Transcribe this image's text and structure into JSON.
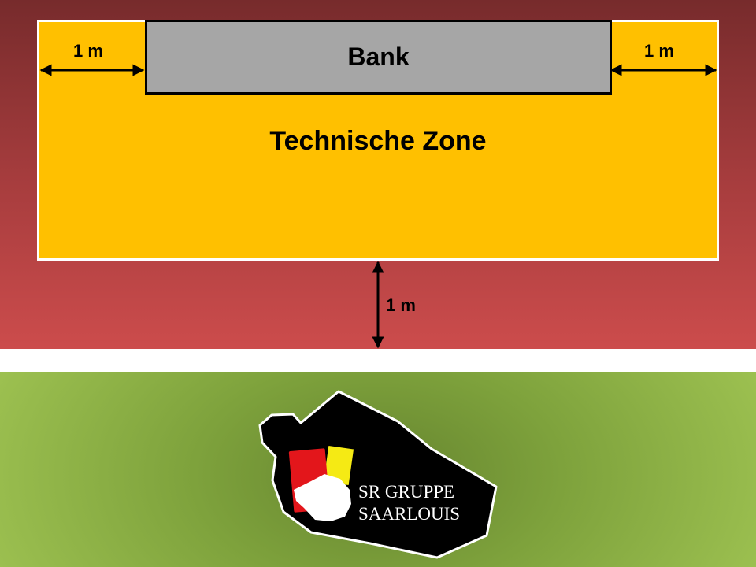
{
  "diagram": {
    "bench_label": "Bank",
    "zone_label": "Technische Zone",
    "dim_left": "1 m",
    "dim_right": "1 m",
    "dim_bottom": "1 m"
  },
  "logo": {
    "line1": "SR GRUPPE",
    "line2": "SAARLOUIS"
  },
  "colors": {
    "zone": "#ffc000",
    "bench": "#a6a6a6",
    "background_top": "#a53c3d",
    "field": "#8fb447",
    "touchline": "#ffffff"
  }
}
